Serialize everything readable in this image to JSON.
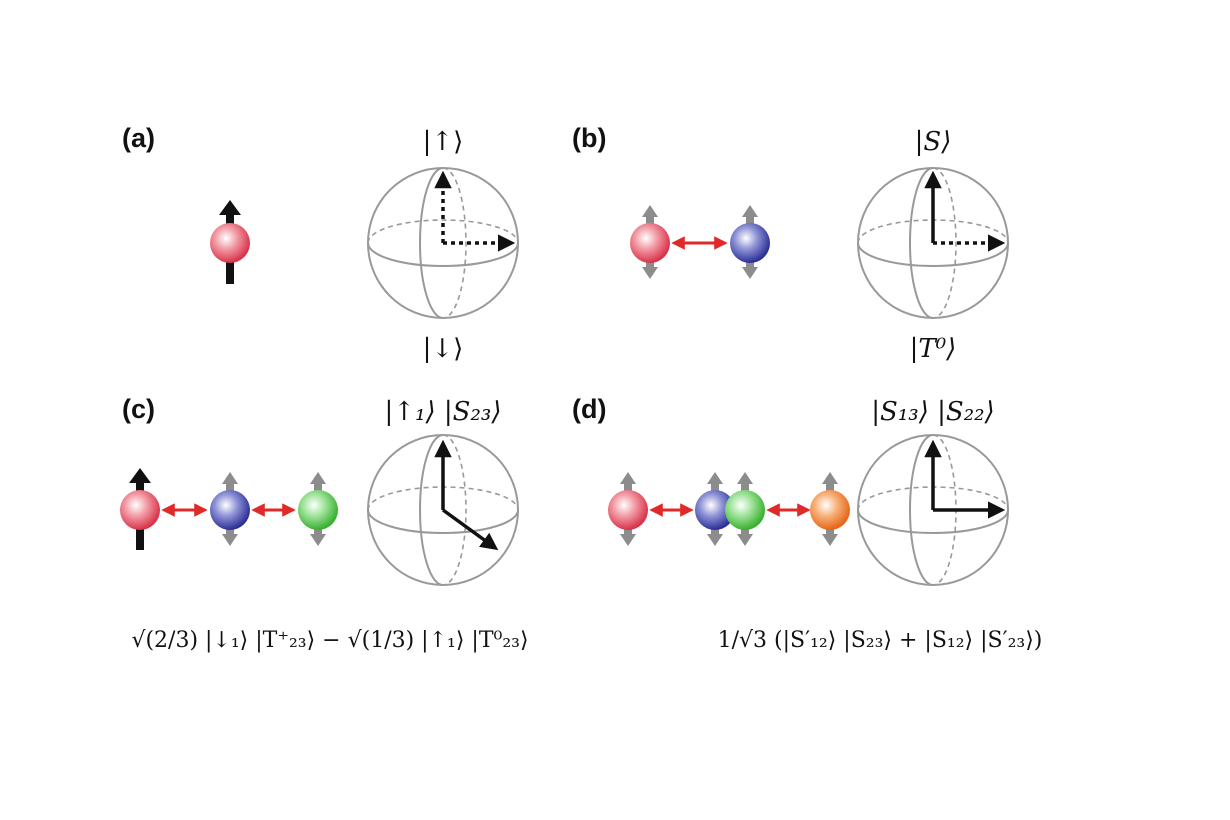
{
  "panels": {
    "a": {
      "label": "(a)",
      "top_state": "|↑⟩",
      "bottom_state": "|↓⟩"
    },
    "b": {
      "label": "(b)",
      "top_state": "|S⟩",
      "bottom_state": "|T⁰⟩"
    },
    "c": {
      "label": "(c)",
      "top_state": "|↑₁⟩ |S₂₃⟩",
      "equation": "√(2/3) |↓₁⟩ |T⁺₂₃⟩ − √(1/3) |↑₁⟩ |T⁰₂₃⟩"
    },
    "d": {
      "label": "(d)",
      "top_state": "|S₁₃⟩ |S₂₂⟩",
      "equation": "1/√3 (|S′₁₂⟩ |S₂₃⟩ + |S₁₂⟩ |S′₂₃⟩)"
    }
  },
  "colors": {
    "red_spin": "#e0485a",
    "blue_spin": "#3a3fa8",
    "green_spin": "#4cc23e",
    "orange_spin": "#ee7a2a",
    "coupling_arrow": "#e02a2a",
    "spin_arrow_gray": "#8c8c8c",
    "vector_arrow": "#111111",
    "sphere_line": "#999999"
  }
}
